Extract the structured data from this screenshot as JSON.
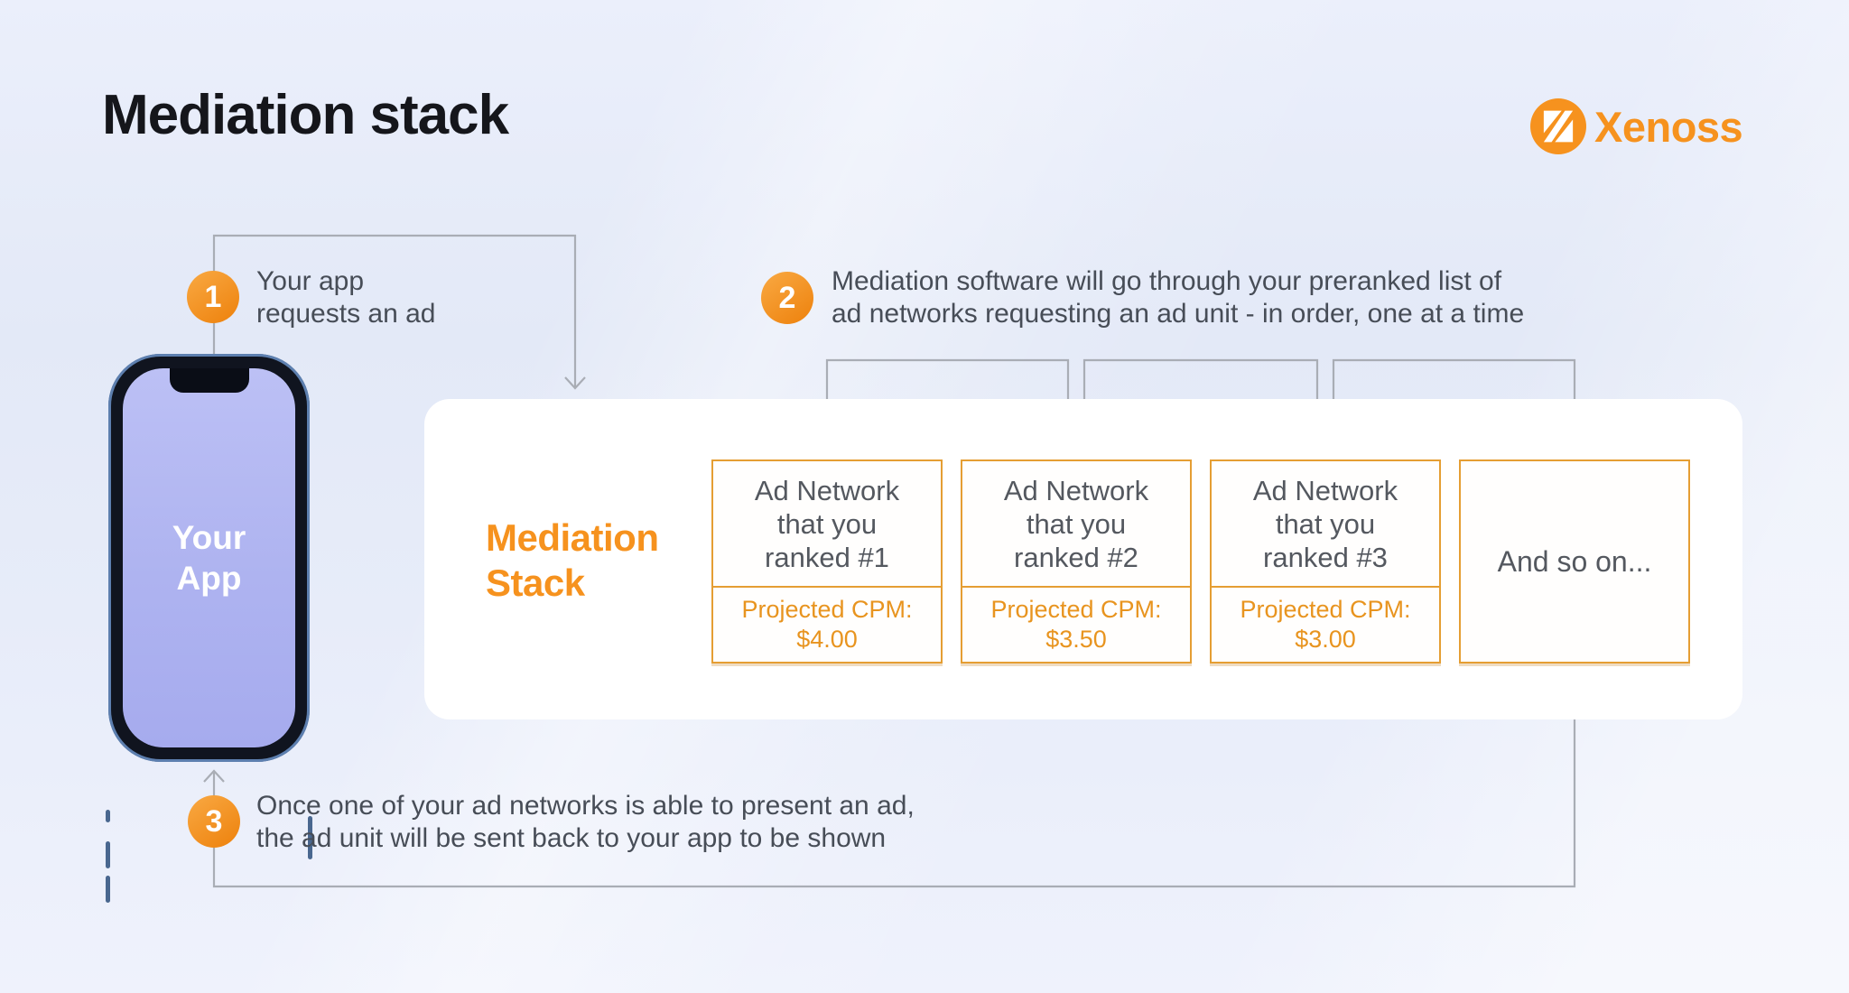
{
  "title": "Mediation stack",
  "logo": {
    "brand": "Xenoss"
  },
  "steps": [
    {
      "number": "1",
      "text": "Your app\nrequests an ad"
    },
    {
      "number": "2",
      "text": "Mediation software will go through your preranked list of\nad networks requesting an ad unit - in order, one at a time"
    },
    {
      "number": "3",
      "text": "Once one of your ad networks is able to present an ad,\nthe ad unit will be sent back to your app to be shown"
    }
  ],
  "phone": {
    "screen_label": "Your\nApp"
  },
  "mediation_box": {
    "label": "Mediation\nStack"
  },
  "cards": [
    {
      "name": "Ad Network\nthat you\nranked #1",
      "cpm_label": "Projected CPM:",
      "cpm_value": "$4.00"
    },
    {
      "name": "Ad Network\nthat you\nranked #2",
      "cpm_label": "Projected CPM:",
      "cpm_value": "$3.50"
    },
    {
      "name": "Ad Network\nthat you\nranked #3",
      "cpm_label": "Projected CPM:",
      "cpm_value": "$3.00"
    },
    {
      "name": "And so on..."
    }
  ],
  "colors": {
    "accent_orange": "#f6921e",
    "card_border": "#e59e33",
    "cpm_text": "#e8941f",
    "body_text": "#474d57",
    "arrow_gray": "#a9adb5",
    "background": "#e7ecf9",
    "phone_screen": "#aeb3f0"
  }
}
